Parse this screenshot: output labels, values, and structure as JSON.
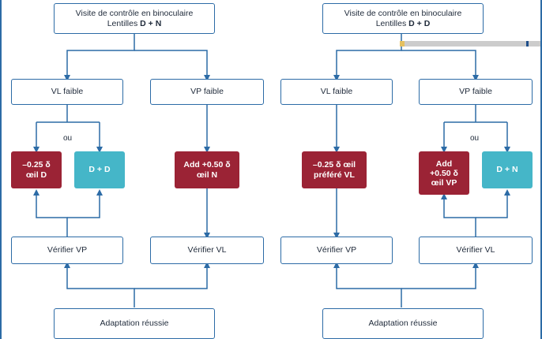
{
  "left": {
    "top_box": {
      "line1": "Visite de contrôle en binoculaire",
      "line2_prefix": "Lentilles ",
      "line2_bold": "D + N"
    },
    "vl_faible": "VL faible",
    "vp_faible": "VP faible",
    "ou": "ou",
    "red_a": {
      "line1": "–0.25 δ",
      "line2": "œil D"
    },
    "teal_a": "D + D",
    "red_b": {
      "line1": "Add +0.50 δ",
      "line2": "œil N"
    },
    "verifier_vp": "Vérifier VP",
    "verifier_vl": "Vérifier VL",
    "adaptation": "Adaptation réussie"
  },
  "right": {
    "top_box": {
      "line1": "Visite de contrôle en binoculaire",
      "line2_prefix": "Lentilles ",
      "line2_bold": "D + D"
    },
    "vl_faible": "VL faible",
    "vp_faible": "VP faible",
    "ou": "ou",
    "red_a": {
      "line1": "–0.25 δ œil",
      "line2": "préféré VL"
    },
    "red_b": {
      "line1": "Add",
      "line2": "+0.50 δ",
      "line3": "œil VP"
    },
    "teal_b": "D + N",
    "verifier_vp": "Vérifier VP",
    "verifier_vl": "Vérifier VL",
    "adaptation": "Adaptation réussie"
  },
  "colors": {
    "line": "#2c6ba6",
    "red": "#9b2335",
    "teal": "#45b6c8"
  }
}
